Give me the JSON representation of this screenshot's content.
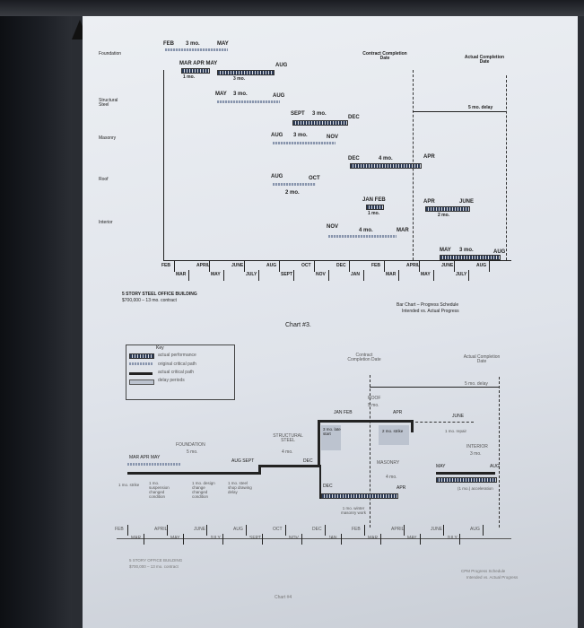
{
  "chart3": {
    "rows": [
      "Foundation",
      "Structural Steel",
      "Masonry",
      "Roof",
      "Interior"
    ],
    "top_labels": {
      "contract": "Contract Completion Date",
      "actual": "Actual Completion Date",
      "delay": "5 mo. delay"
    },
    "bars": {
      "f1_a": "FEB",
      "f1_d": "3 mo.",
      "f1_b": "MAY",
      "f2_a": "MAR APR MAY",
      "f2_b": "AUG",
      "f2_c": "1 mo.",
      "f2_d": "3 mo.",
      "s1_a": "MAY",
      "s1_d": "3 mo.",
      "s1_b": "AUG",
      "s2_a": "SEPT",
      "s2_d": "3 mo.",
      "s2_b": "DEC",
      "m1_a": "AUG",
      "m1_d": "3 mo.",
      "m1_b": "NOV",
      "m2_a": "DEC",
      "m2_d": "4 mo.",
      "m2_b": "APR",
      "r1_a": "AUG",
      "r1_b": "OCT",
      "r1_d": "2 mo.",
      "r2_a": "JAN FEB",
      "r2_d": "1 mo.",
      "r3_a": "APR",
      "r3_b": "JUNE",
      "r3_d": "2 mo.",
      "i1_a": "NOV",
      "i1_d": "4 mo.",
      "i1_b": "MAR",
      "i2_a": "MAY",
      "i2_d": "3 mo.",
      "i2_b": "AUG"
    },
    "axis_top": [
      "FEB",
      "APRIL",
      "JUNE",
      "AUG",
      "OCT",
      "DEC",
      "FEB",
      "APRIL",
      "JUNE",
      "AUG"
    ],
    "axis_bottom": [
      "MAR",
      "MAY",
      "JULY",
      "SEPT",
      "NOV",
      "JAN",
      "MAR",
      "MAY",
      "JULY"
    ],
    "project": "5 STORY STEEL OFFICE BUILDING",
    "contract_value": "$700,000 – 13 mo. contract",
    "caption_title": "Bar Chart – Progress Schedule",
    "caption_sub": "Intended vs. Actual Progress",
    "chart_label": "Chart #3."
  },
  "chart4": {
    "key_title": "Key",
    "key_items": [
      "actual performance",
      "original critical path",
      "actual critical path",
      "delay periods"
    ],
    "contract": "Contract Completion Date",
    "actual": "Actual Completion Date",
    "delay": "5 mo. delay",
    "roof": "ROOF",
    "roof_d": "5 mo.",
    "roof_months": "JAN  FEB",
    "roof_apr": "APR",
    "roof_june": "JUNE",
    "repair": "1 mo. repair",
    "interior": "INTERIOR",
    "interior_d": "3 mo.",
    "may": "MAY",
    "aug": "AUG",
    "accel": "(1 mo.) acceleration",
    "steel": "STRUCTURAL STEEL",
    "steel_d": "4 mo.",
    "dec": "DEC",
    "steel_wait": "3 mo. late start",
    "steel_strike": "2 mo. strike",
    "masonry": "MASONRY",
    "masonry_d": "4 mo.",
    "masonry_dec": "DEC",
    "masonry_apr": "APR",
    "winter": "1 mo. winter masonry work",
    "foundation": "FOUNDATION",
    "foundation_d": "5 mo.",
    "f_months": "MAR  APR  MAY",
    "f_aug": "AUG  SEPT",
    "notes": [
      "1 mo. strike",
      "1 mo. suspension changed condition",
      "1 mo. design change changed condition",
      "1 mo. steel shop drawing delay"
    ],
    "axis_top": [
      "FEB",
      "APRIL",
      "JUNE",
      "AUG",
      "OCT",
      "DEC",
      "FEB",
      "APRIL",
      "JUNE",
      "AUG"
    ],
    "axis_bottom": [
      "MAR",
      "MAY",
      "JULY",
      "SEPT",
      "NOV",
      "JAN",
      "MAR",
      "MAY",
      "JULY"
    ],
    "project": "5 STORY OFFICE BUILDING",
    "contract_value": "$700,000 – 13 mo. contract",
    "caption_title": "CPM Progress Schedule",
    "caption_sub": "Intended vs. Actual Progress",
    "chart_label": "Chart #4"
  }
}
